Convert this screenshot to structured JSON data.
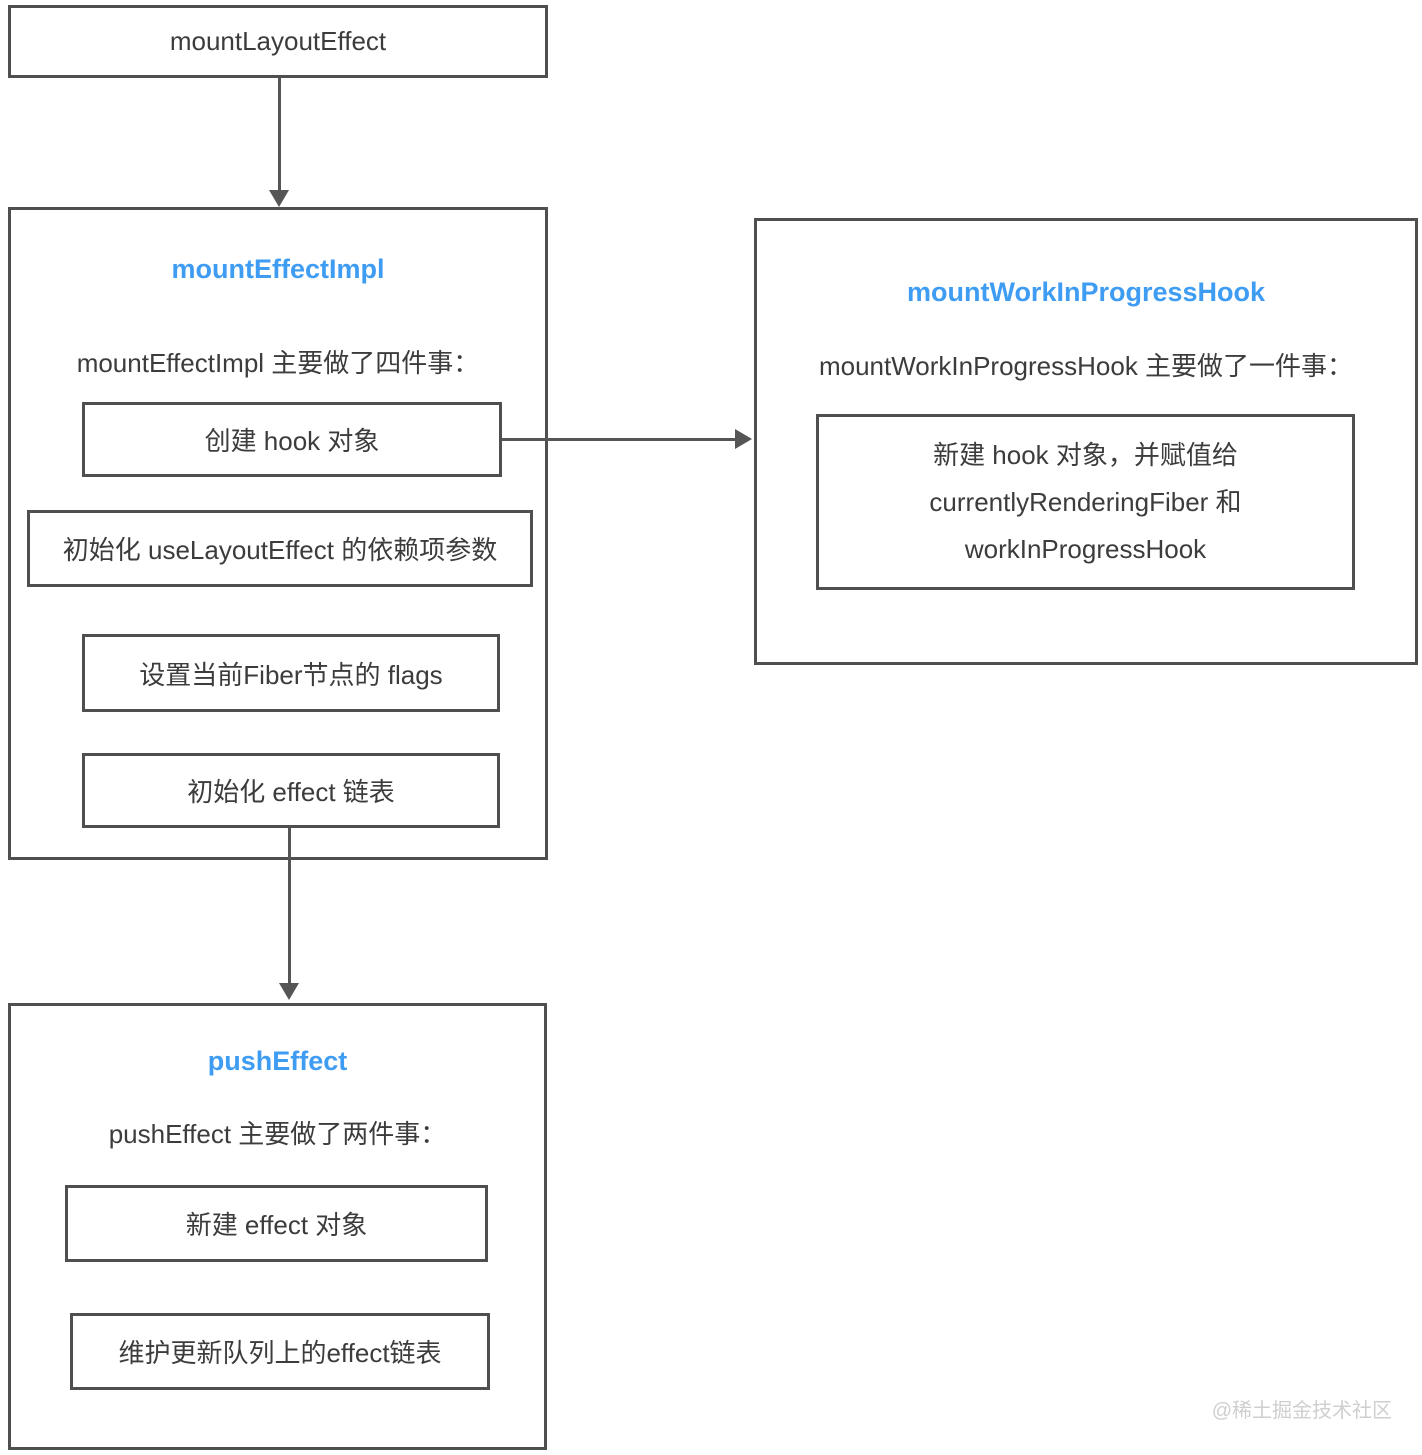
{
  "diagram": {
    "accent_color": "#3e9cf3",
    "border_color": "#4f4f4f",
    "nodes": {
      "mount_layout_effect": {
        "label": "mountLayoutEffect"
      },
      "mount_effect_impl": {
        "title": "mountEffectImpl",
        "subtitle": "mountEffectImpl 主要做了四件事：",
        "steps": [
          "创建 hook 对象",
          "初始化 useLayoutEffect 的依赖项参数",
          "设置当前Fiber节点的 flags",
          "初始化 effect 链表"
        ]
      },
      "mount_work_in_progress_hook": {
        "title": "mountWorkInProgressHook",
        "subtitle": "mountWorkInProgressHook 主要做了一件事：",
        "steps": [
          "新建 hook 对象，并赋值给 currentlyRenderingFiber 和 workInProgressHook"
        ]
      },
      "push_effect": {
        "title": "pushEffect",
        "subtitle": "pushEffect 主要做了两件事：",
        "steps": [
          "新建 effect 对象",
          "维护更新队列上的effect链表"
        ]
      }
    },
    "edges": [
      {
        "from": "mountLayoutEffect",
        "to": "mountEffectImpl"
      },
      {
        "from": "mountEffectImpl.创建 hook 对象",
        "to": "mountWorkInProgressHook"
      },
      {
        "from": "mountEffectImpl",
        "to": "pushEffect"
      }
    ],
    "watermark": "@稀土掘金技术社区"
  }
}
